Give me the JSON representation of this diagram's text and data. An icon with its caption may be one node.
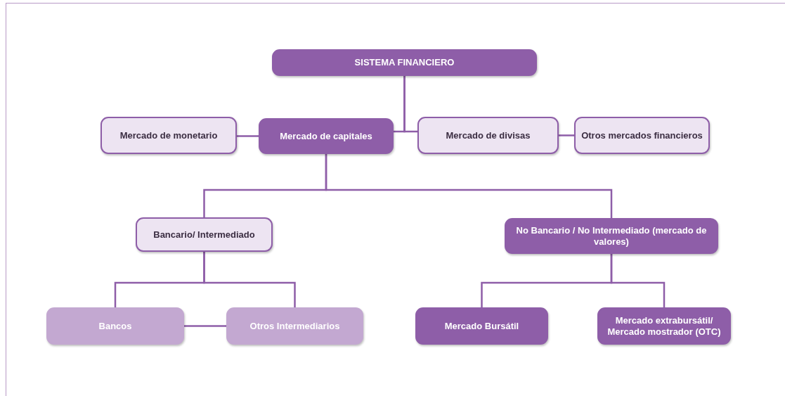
{
  "diagram": {
    "nodes": [
      {
        "text": [
          "SISTEMA FINANCIERO"
        ]
      },
      {
        "text": [
          "Mercado de monetario"
        ]
      },
      {
        "text": [
          "Mercado de capitales"
        ]
      },
      {
        "text": [
          "Mercado de divisas"
        ]
      },
      {
        "text": [
          "Otros mercados financieros"
        ]
      },
      {
        "text": [
          "Bancario/ Intermediado"
        ]
      },
      {
        "text": [
          "No Bancario / No Intermediado (mercado de valores)"
        ]
      },
      {
        "text": [
          "Bancos"
        ]
      },
      {
        "text": [
          "Otros Intermediarios"
        ]
      },
      {
        "text": [
          "Mercado Bursátil"
        ]
      },
      {
        "text": [
          "Mercado extrabursátil/ Mercado mostrador (OTC)"
        ]
      }
    ],
    "edges": [
      {
        "from": 0,
        "to": 2,
        "arrow": "none"
      },
      {
        "from": 0,
        "to": 3,
        "arrow": "none"
      },
      {
        "from": 1,
        "to": 2,
        "arrow": "none"
      },
      {
        "from": 3,
        "to": 4,
        "arrow": "none"
      },
      {
        "from": 2,
        "to": 5,
        "arrow": "none"
      },
      {
        "from": 2,
        "to": 6,
        "arrow": "none"
      },
      {
        "from": 5,
        "to": 7,
        "arrow": "none"
      },
      {
        "from": 5,
        "to": 8,
        "arrow": "none"
      },
      {
        "from": 7,
        "to": 8,
        "arrow": "none"
      },
      {
        "from": 6,
        "to": 9,
        "arrow": "none"
      },
      {
        "from": 6,
        "to": 10,
        "arrow": "none"
      }
    ]
  }
}
